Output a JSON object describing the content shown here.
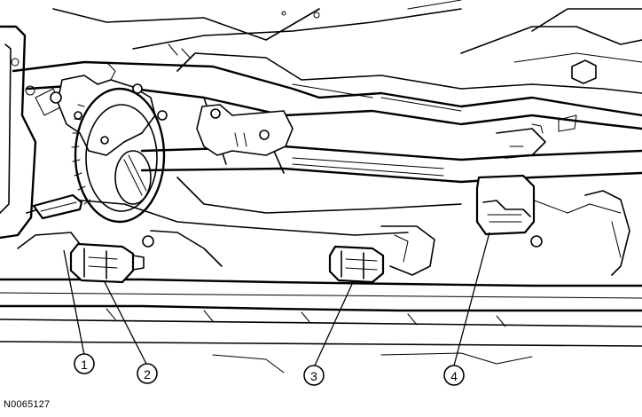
{
  "callouts": [
    "1",
    "2",
    "3",
    "4"
  ],
  "figure_id": "N0065127"
}
